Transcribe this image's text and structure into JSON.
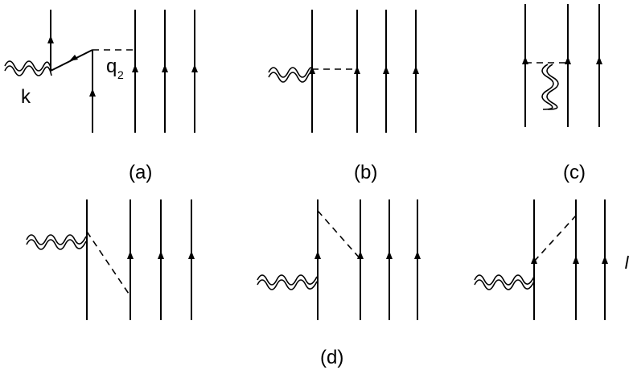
{
  "panels": {
    "a": {
      "caption": "(a)",
      "momentum_k": "k",
      "momentum_q": "q",
      "momentum_q_sub": "2"
    },
    "b": {
      "caption": "(b)"
    },
    "c": {
      "caption": "(c)"
    },
    "d": {
      "caption": "(d)"
    }
  }
}
